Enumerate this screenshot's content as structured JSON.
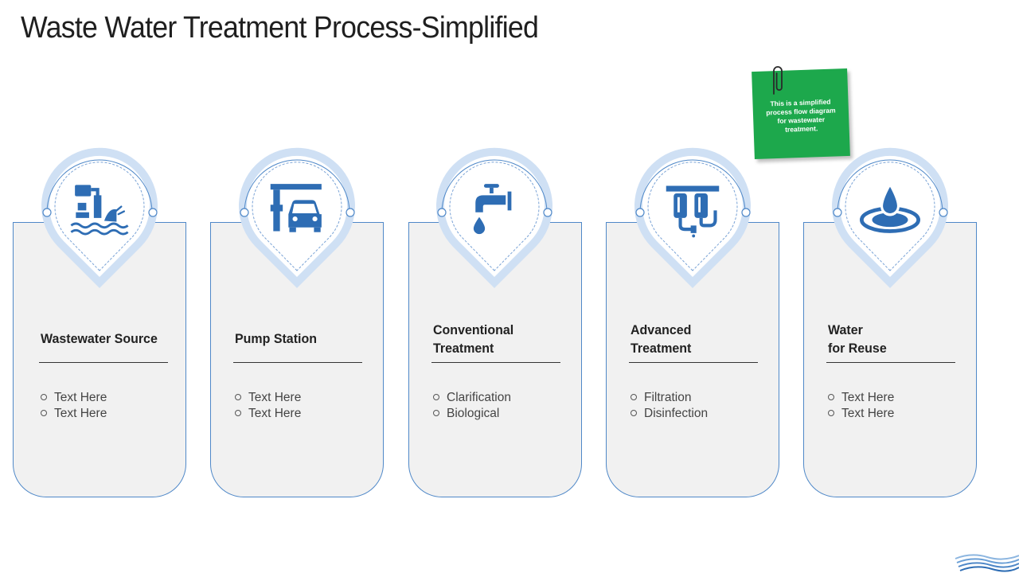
{
  "title": "Waste Water Treatment Process-Simplified",
  "note": {
    "text": "This is a simplified process flow diagram for wastewater treatment."
  },
  "colors": {
    "accent": "#2e6db4",
    "pin_ring": "#cfe0f4",
    "card_border": "#4f88c8",
    "card_fill": "#f1f1f1",
    "note_green": "#1da84c"
  },
  "steps": [
    {
      "title": "Wastewater Source",
      "icon": "wastewater-source-icon",
      "bullets": [
        "Text Here",
        "Text Here"
      ]
    },
    {
      "title": "Pump Station",
      "icon": "pump-station-icon",
      "bullets": [
        "Text Here",
        "Text Here"
      ]
    },
    {
      "title": "Conventional\nTreatment",
      "icon": "water-tap-icon",
      "bullets": [
        "Clarification",
        "Biological"
      ]
    },
    {
      "title": "Advanced\nTreatment",
      "icon": "filtration-icon",
      "bullets": [
        "Filtration",
        "Disinfection"
      ]
    },
    {
      "title": "Water\nfor Reuse",
      "icon": "water-drop-icon",
      "bullets": [
        "Text Here",
        "Text Here"
      ]
    }
  ]
}
